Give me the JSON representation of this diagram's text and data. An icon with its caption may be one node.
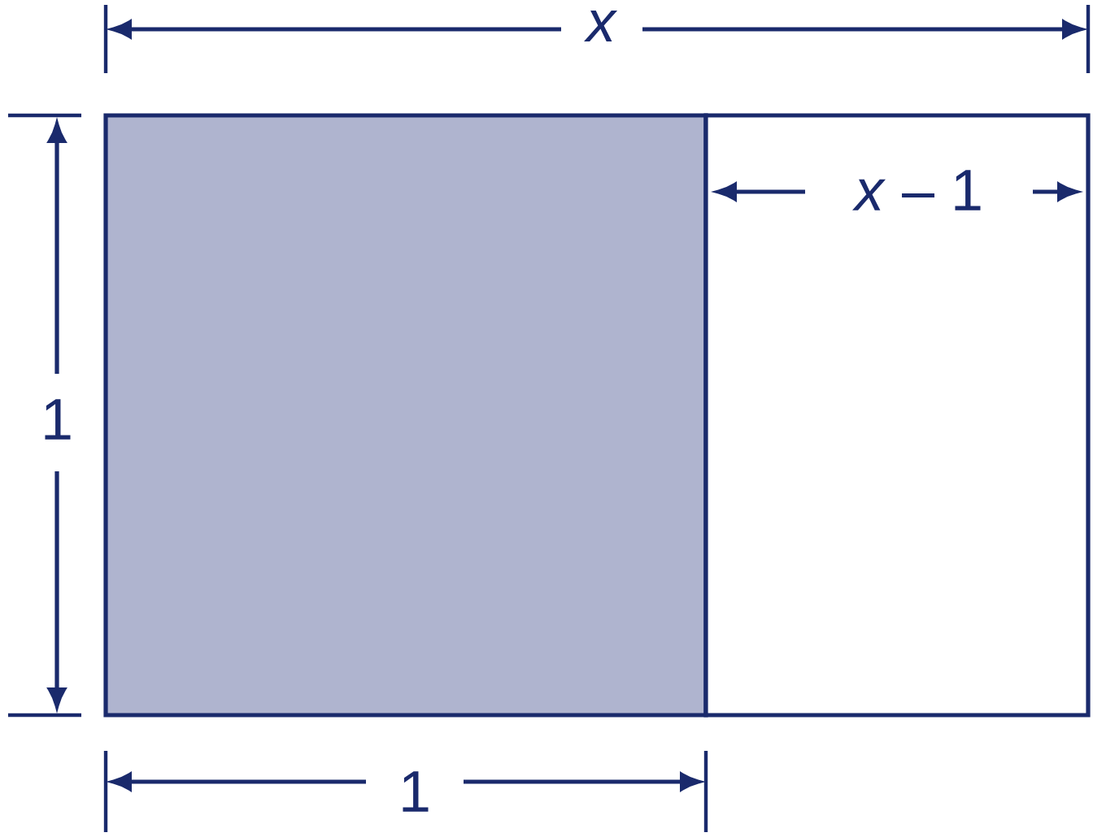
{
  "diagram": {
    "nodes": [
      {
        "text": [],
        "shape": "box"
      },
      {
        "text": [],
        "shape": "box"
      }
    ],
    "labels": [
      "*x*",
      "*x* – 1",
      "1",
      "1"
    ]
  }
}
